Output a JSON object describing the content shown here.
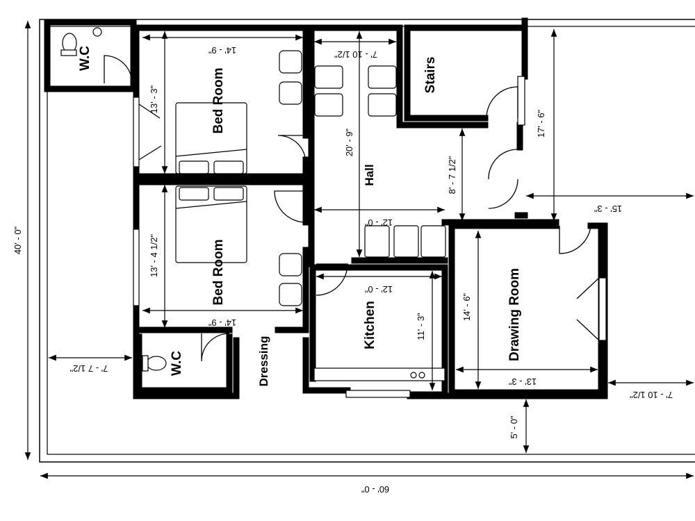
{
  "rooms": {
    "wc_top": "W.C",
    "bed_top": "Bed Room",
    "bed_bottom": "Bed Room",
    "wc_bottom": "W.C",
    "dressing": "Dressing",
    "hall": "Hall",
    "stairs": "Stairs",
    "kitchen": "Kitchen",
    "drawing": "Drawing Room"
  },
  "dimensions": {
    "plot_height": "40' - 0\"",
    "plot_width": "60' - 0\"",
    "bed_top_width": "14' - 9\"",
    "bed_top_height": "13' - 3\"",
    "bed_bottom_width": "14' - 9\"",
    "bed_bottom_height": "13' - 4 1/2\"",
    "left_setback": "7' - 7 1/2\"",
    "hall_top_width": "7' - 10 1/2\"",
    "hall_height": "20' - 9\"",
    "hall_width": "12' - 0\"",
    "corridor_height": "8' - 7 1/2\"",
    "lawn_height": "17' - 6\"",
    "lawn_width": "15' - 3\"",
    "kitchen_width": "12' - 0\"",
    "kitchen_height": "11' - 3\"",
    "drawing_height": "14' - 6\"",
    "drawing_width": "13' - 3\"",
    "right_setback": "7' - 10 1/2\"",
    "front_setback": "5' - 0\""
  }
}
